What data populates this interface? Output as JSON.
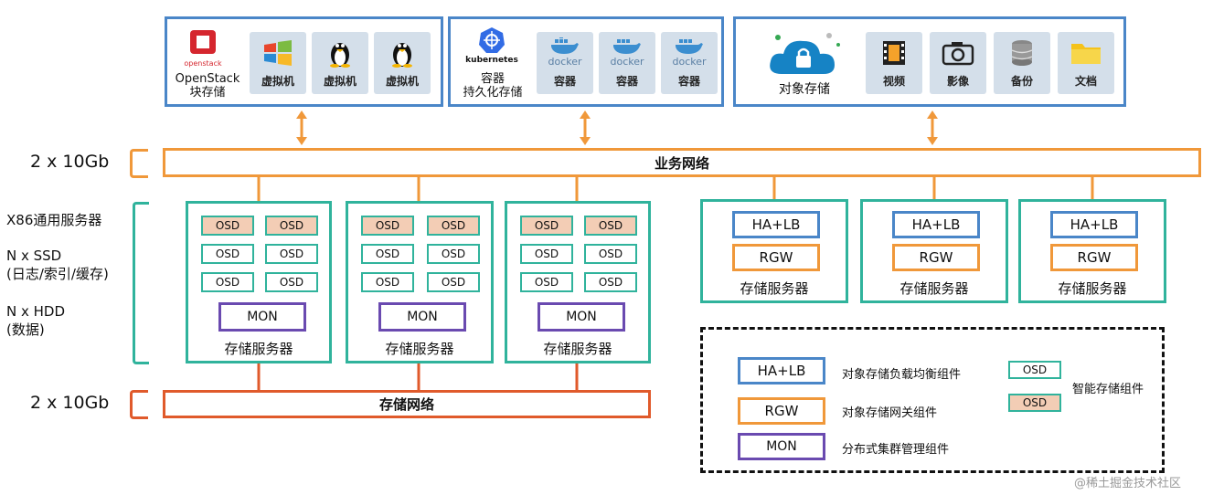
{
  "top": {
    "openstack": {
      "logo_text": "openstack",
      "caption_line1": "OpenStack",
      "caption_line2": "块存储",
      "tiles": [
        {
          "icon": "windows-icon",
          "label": "虚拟机"
        },
        {
          "icon": "linux-tux-icon",
          "label": "虚拟机"
        },
        {
          "icon": "linux-tux-icon",
          "label": "虚拟机"
        }
      ]
    },
    "kubernetes": {
      "logo_text": "kubernetes",
      "caption_line1": "容器",
      "caption_line2": "持久化存储",
      "tiles": [
        {
          "icon": "docker-icon",
          "word": "docker",
          "label": "容器"
        },
        {
          "icon": "docker-icon",
          "word": "docker",
          "label": "容器"
        },
        {
          "icon": "docker-icon",
          "word": "docker",
          "label": "容器"
        }
      ]
    },
    "object": {
      "caption": "对象存储",
      "tiles": [
        {
          "icon": "film-icon",
          "label": "视频"
        },
        {
          "icon": "camera-icon",
          "label": "影像"
        },
        {
          "icon": "database-icon",
          "label": "备份"
        },
        {
          "icon": "folder-icon",
          "label": "文档"
        }
      ]
    }
  },
  "networks": {
    "business_label": "业务网络",
    "storage_label": "存储网络",
    "top_bandwidth": "2 x 10Gb",
    "bottom_bandwidth": "2 x 10Gb"
  },
  "side_labels": {
    "line1": "X86通用服务器",
    "line2": "N x SSD",
    "line3": "(日志/索引/缓存)",
    "line4": "N x HDD",
    "line5": "(数据)"
  },
  "storage_servers": [
    {
      "osd": [
        "OSD",
        "OSD",
        "OSD",
        "OSD",
        "OSD",
        "OSD"
      ],
      "mon": "MON",
      "label": "存储服务器"
    },
    {
      "osd": [
        "OSD",
        "OSD",
        "OSD",
        "OSD",
        "OSD",
        "OSD"
      ],
      "mon": "MON",
      "label": "存储服务器"
    },
    {
      "osd": [
        "OSD",
        "OSD",
        "OSD",
        "OSD",
        "OSD",
        "OSD"
      ],
      "mon": "MON",
      "label": "存储服务器"
    }
  ],
  "gateway_servers": [
    {
      "halb": "HA+LB",
      "rgw": "RGW",
      "label": "存储服务器"
    },
    {
      "halb": "HA+LB",
      "rgw": "RGW",
      "label": "存储服务器"
    },
    {
      "halb": "HA+LB",
      "rgw": "RGW",
      "label": "存储服务器"
    }
  ],
  "legend": {
    "halb": "HA+LB",
    "halb_desc": "对象存储负载均衡组件",
    "rgw": "RGW",
    "rgw_desc": "对象存储网关组件",
    "mon": "MON",
    "mon_desc": "分布式集群管理组件",
    "osd1": "OSD",
    "osd2": "OSD",
    "osd_desc": "智能存储组件"
  },
  "watermark": "@稀土掘金技术社区"
}
